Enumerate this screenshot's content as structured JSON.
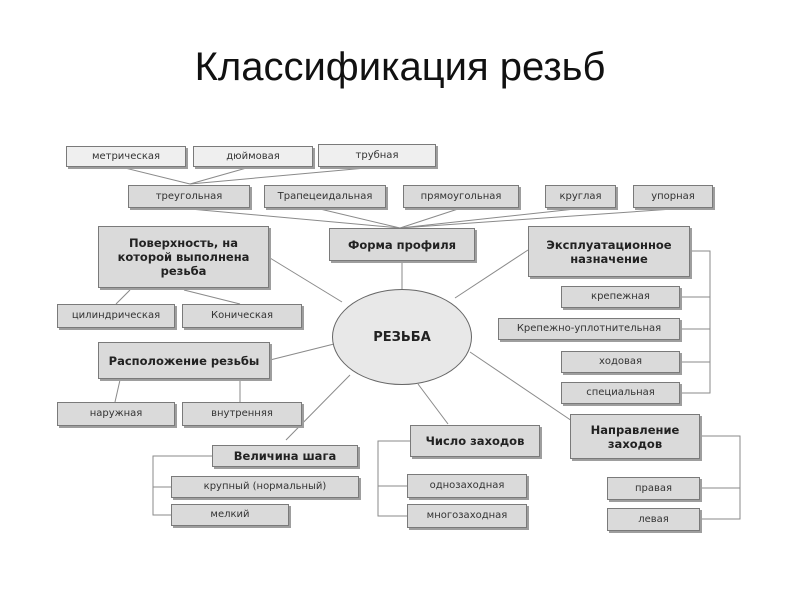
{
  "title": "Классификация резьб",
  "center": "РЕЗЬБА",
  "profile": {
    "header": "Форма профиля",
    "sub": [
      "треугольная",
      "Трапецеидальная",
      "прямоугольная",
      "круглая",
      "упорная"
    ],
    "triangular_sub": [
      "метрическая",
      "дюймовая",
      "трубная"
    ]
  },
  "surface": {
    "header": "Поверхность, на которой выполнена резьба",
    "items": [
      "цилиндрическая",
      "Коническая"
    ]
  },
  "location": {
    "header": "Расположение резьбы",
    "items": [
      "наружная",
      "внутренняя"
    ]
  },
  "purpose": {
    "header": "Эксплуатационное назначение",
    "items": [
      "крепежная",
      "Крепежно-уплотнительная",
      "ходовая",
      "специальная"
    ]
  },
  "pitch": {
    "header": "Величина шага",
    "items": [
      "крупный (нормальный)",
      "мелкий"
    ]
  },
  "starts": {
    "header": "Число заходов",
    "items": [
      "однозаходная",
      "многозаходная"
    ]
  },
  "direction": {
    "header": "Направление заходов",
    "items": [
      "правая",
      "левая"
    ]
  }
}
